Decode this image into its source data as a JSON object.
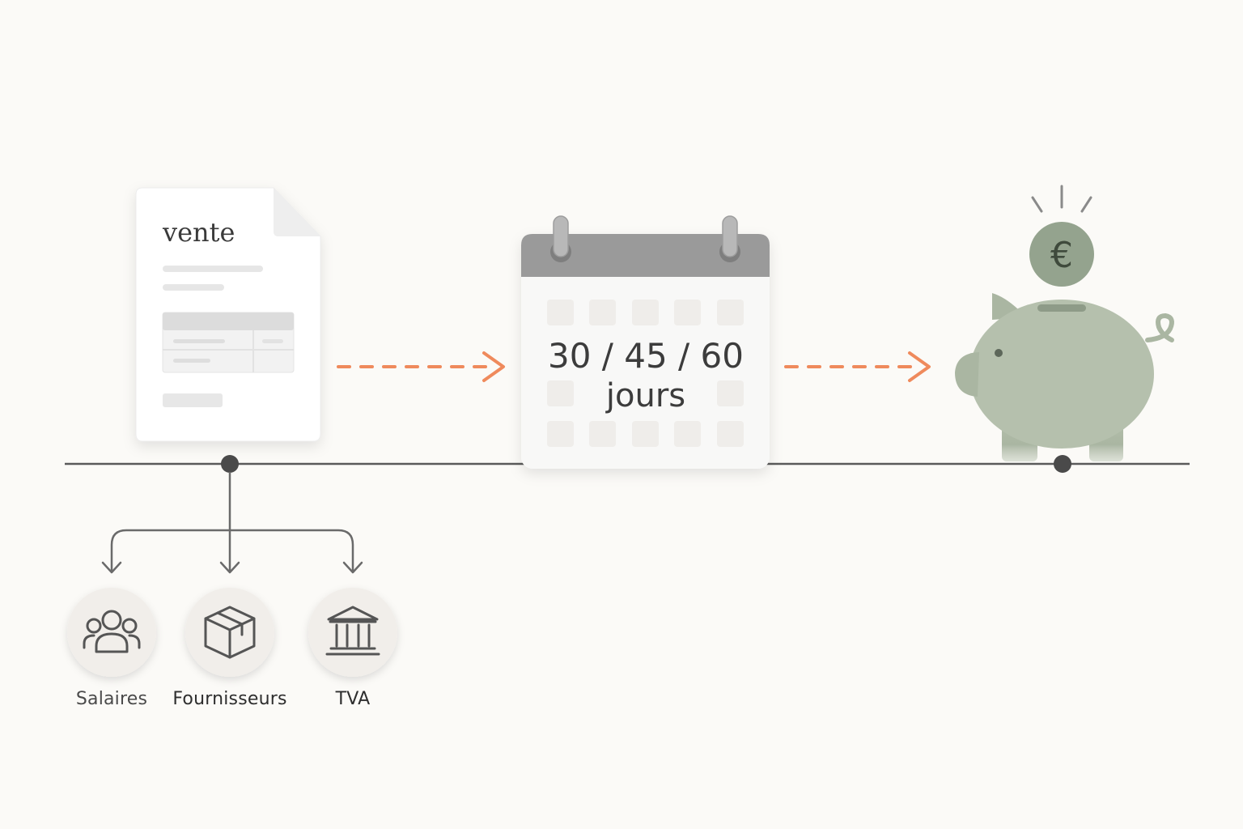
{
  "invoice": {
    "title": "vente"
  },
  "calendar": {
    "terms": "30 / 45 / 60",
    "unit": "jours"
  },
  "piggy": {
    "coin_symbol": "€"
  },
  "expenses": [
    {
      "label": "Salaires",
      "icon": "people-icon"
    },
    {
      "label": "Fournisseurs",
      "icon": "package-icon"
    },
    {
      "label": "TVA",
      "icon": "bank-icon"
    }
  ],
  "colors": {
    "background": "#fbfaf7",
    "arrow_accent": "#ef8a5c",
    "timeline": "#5a5a5a",
    "piggy_green": "#b5c0ad",
    "calendar_header": "#9a9a9a"
  }
}
